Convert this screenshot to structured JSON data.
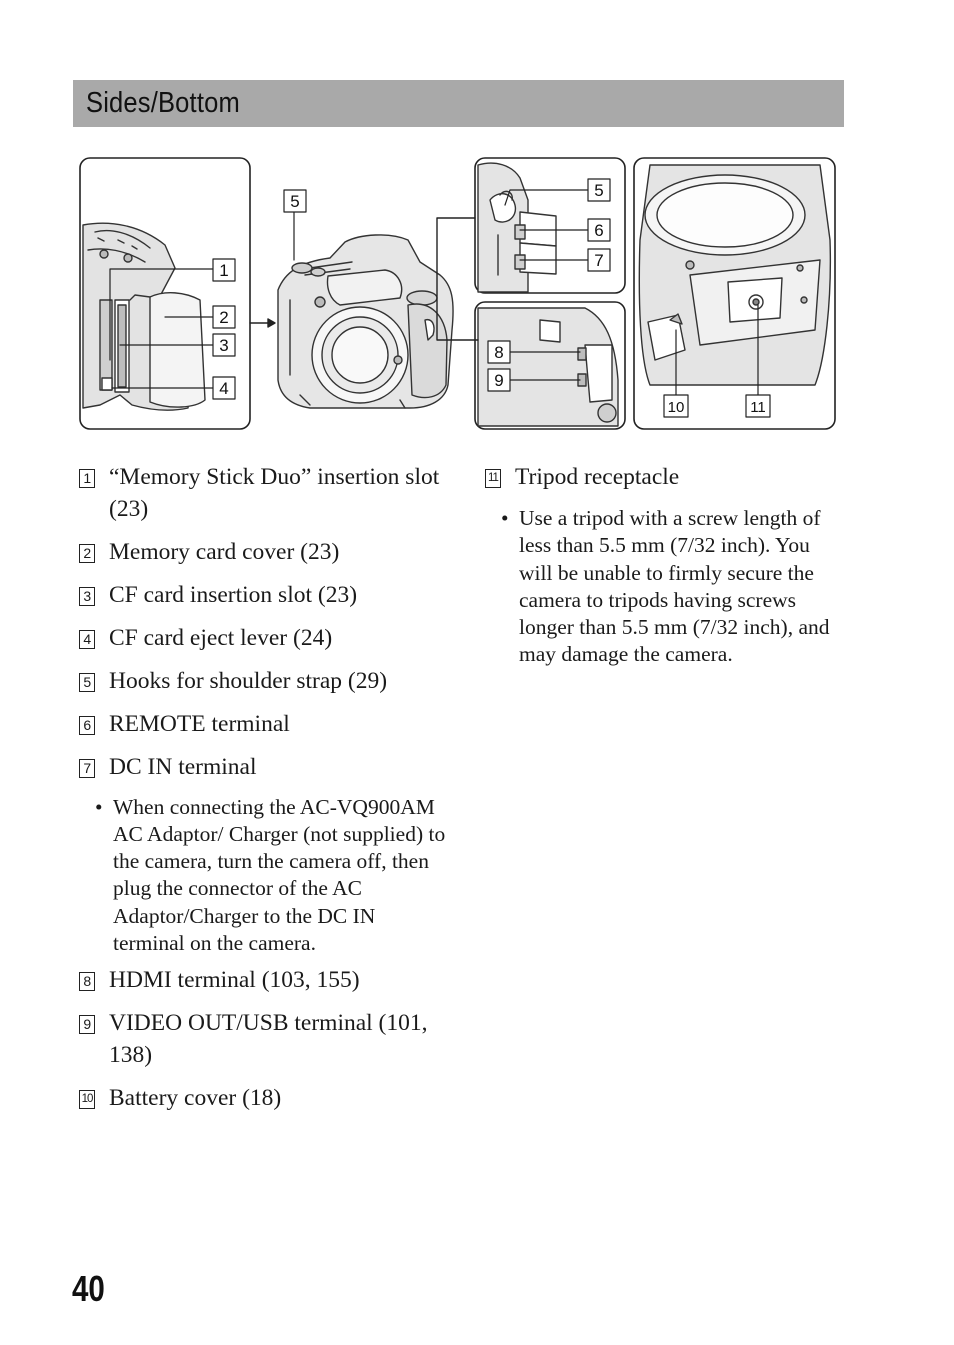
{
  "section": {
    "title": "Sides/Bottom"
  },
  "diagram": {
    "callouts": [
      "1",
      "2",
      "3",
      "4",
      "5",
      "5",
      "6",
      "7",
      "8",
      "9",
      "10",
      "11"
    ]
  },
  "items": [
    {
      "num": "1",
      "text": "“Memory Stick Duo” insertion slot (23)"
    },
    {
      "num": "2",
      "text": "Memory card cover (23)"
    },
    {
      "num": "3",
      "text": "CF card insertion slot (23)"
    },
    {
      "num": "4",
      "text": "CF card eject lever (24)"
    },
    {
      "num": "5",
      "text": "Hooks for shoulder strap (29)"
    },
    {
      "num": "6",
      "text": "REMOTE terminal"
    },
    {
      "num": "7",
      "text": "DC IN terminal"
    },
    {
      "note": "When connecting the AC-VQ900AM AC Adaptor/ Charger (not supplied) to the camera, turn the camera off, then plug the connector of the AC Adaptor/Charger to the DC IN terminal on the camera."
    },
    {
      "num": "8",
      "text": "HDMI terminal (103, 155)"
    },
    {
      "num": "9",
      "text": "VIDEO OUT/USB terminal (101, 138)"
    },
    {
      "num": "10",
      "text": "Battery cover (18)"
    },
    {
      "num": "11",
      "text": "Tripod receptacle"
    },
    {
      "note": "Use a tripod with a screw length of less than 5.5 mm (7/32 inch). You will be unable to firmly secure the camera to tripods having screws longer than 5.5 mm (7/32 inch), and may damage the camera."
    }
  ],
  "bullet": "•",
  "page": {
    "number": "40"
  }
}
